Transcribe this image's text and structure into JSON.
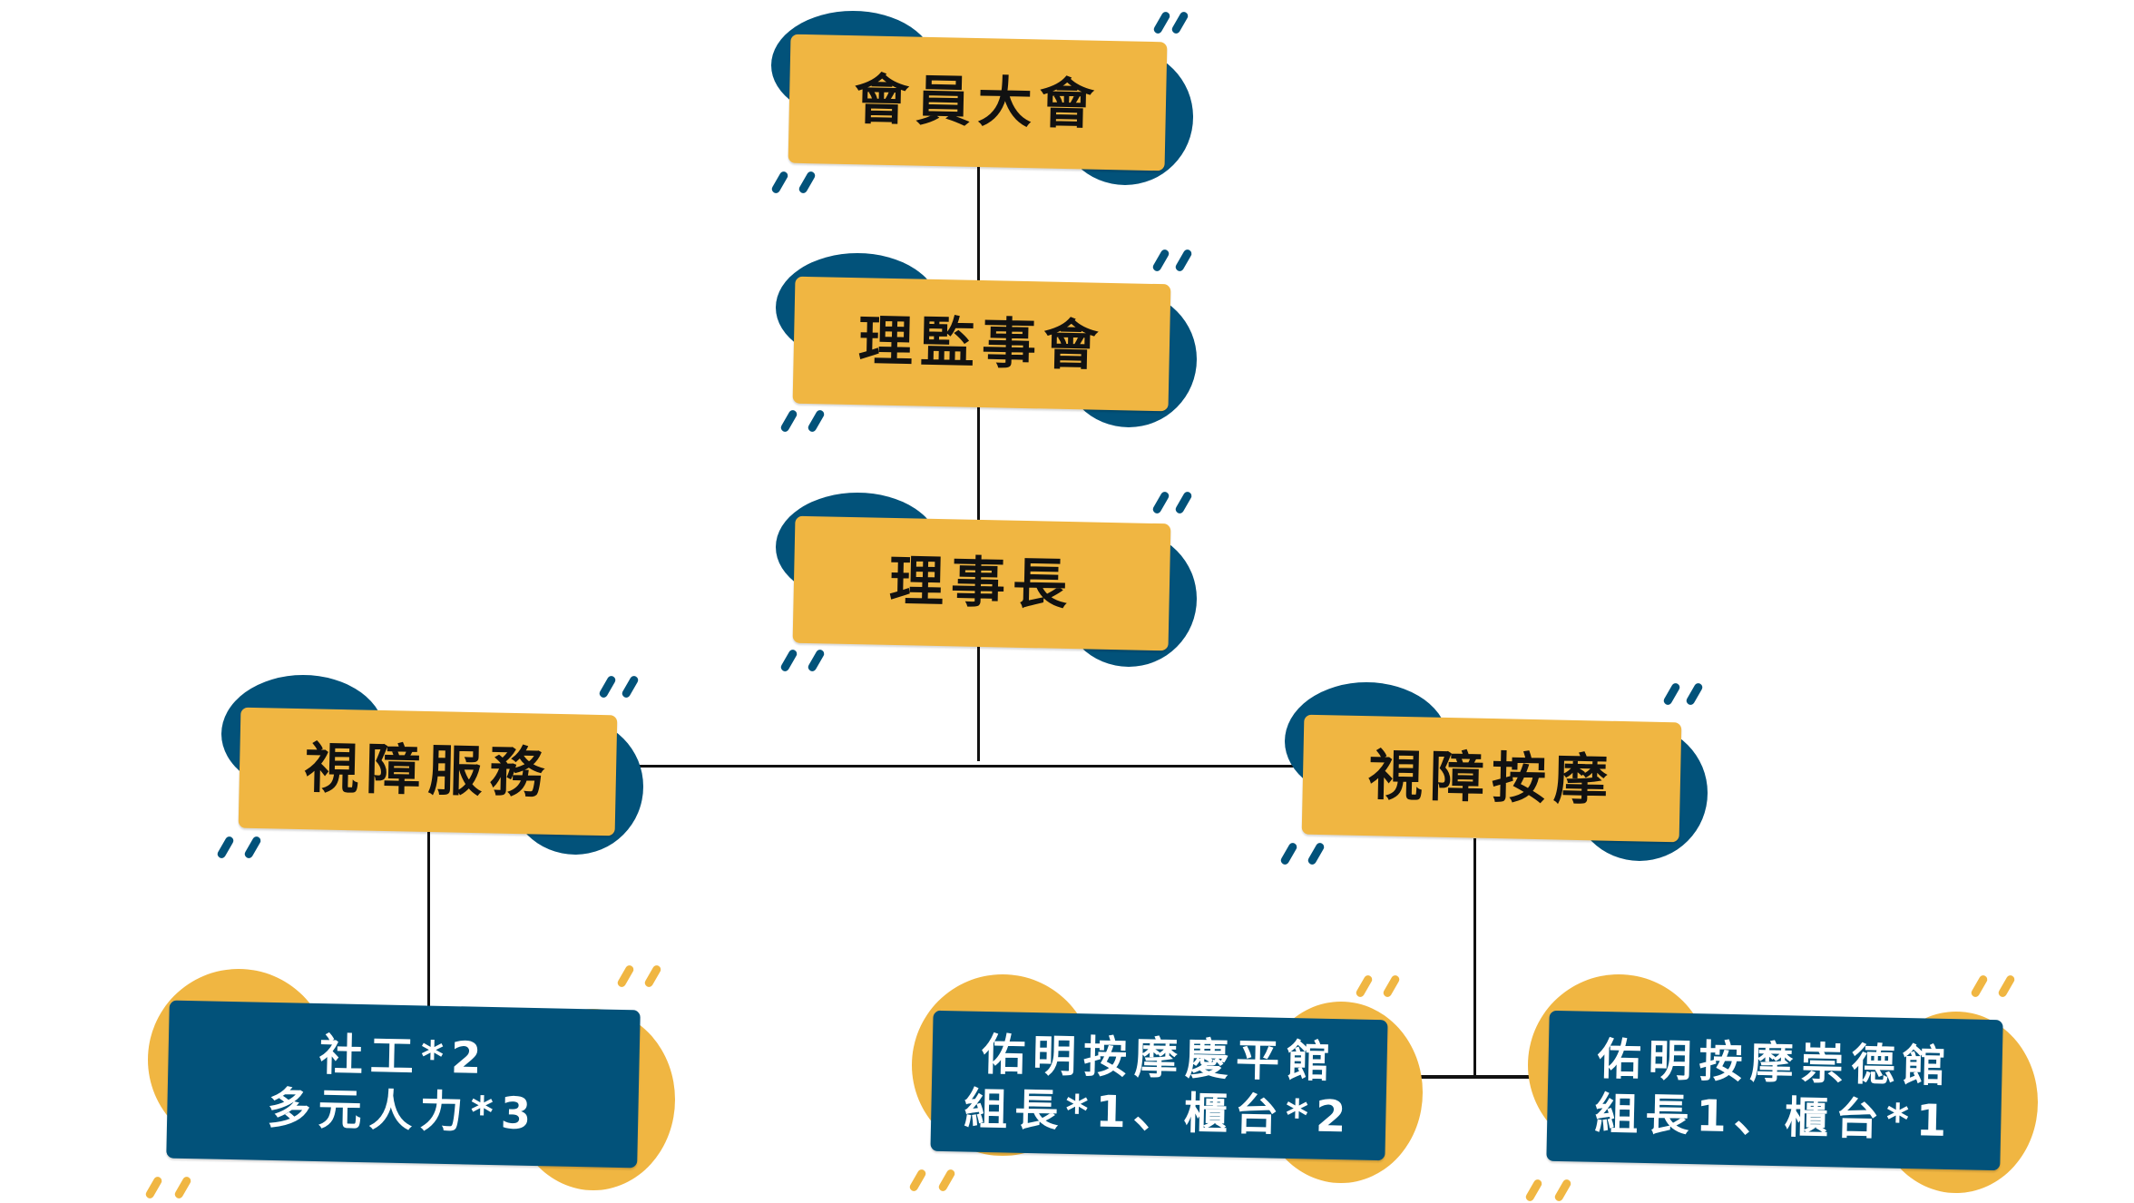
{
  "nodes": {
    "general_assembly": "會員大會",
    "board": "理監事會",
    "chairman": "理事長",
    "visual_services": "視障服務",
    "visual_massage": "視障按摩",
    "social_work": {
      "line1": "社工*2",
      "line2": "多元人力*3"
    },
    "qingping": {
      "line1": "佑明按摩慶平館",
      "line2": "組長*1、櫃台*2"
    },
    "chongde": {
      "line1": "佑明按摩崇德館",
      "line2": "組長1、櫃台*1"
    }
  },
  "colors": {
    "yellow": "#F0B642",
    "navy": "#02527A"
  }
}
